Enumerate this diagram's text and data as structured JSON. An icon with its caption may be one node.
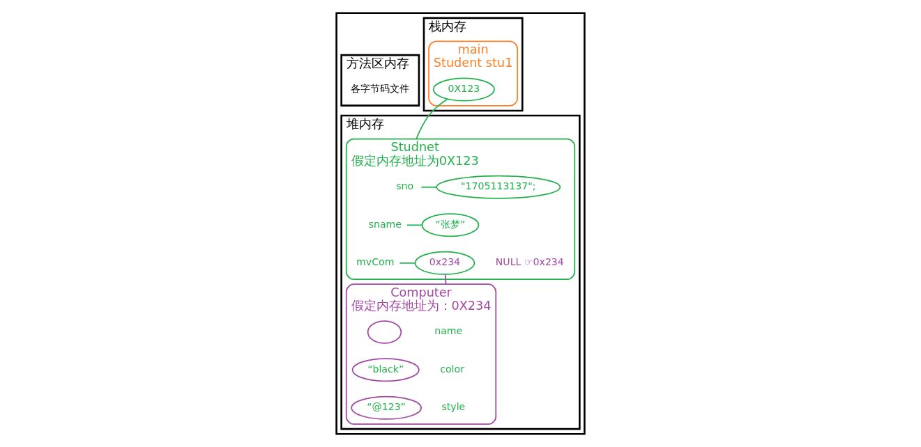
{
  "diagram": {
    "nodes": [
      {
        "text": [],
        "shape": "box"
      },
      {
        "text": [
          "栈内存"
        ],
        "in": 0
      },
      {
        "text": [
          "main",
          "Student stu1"
        ],
        "in": 1
      },
      {
        "text": [
          "0X123"
        ],
        "in": 2
      },
      {
        "text": [
          "堆内存"
        ],
        "in": 0
      },
      {
        "text": [
          "Studnet",
          "假定内存地址为0X123"
        ],
        "in": 4
      },
      {
        "text": [
          "sno"
        ],
        "in": 5
      },
      {
        "text": [
          "\"1705113137\";"
        ],
        "in": 5
      },
      {
        "text": [
          "sname"
        ],
        "in": 5
      },
      {
        "text": [
          "“张梦”"
        ],
        "in": 5
      },
      {
        "text": [
          "mvCom"
        ],
        "in": 5
      },
      {
        "text": [
          "0x234"
        ],
        "in": 5,
        "beside": [
          "NULL ☞0x234"
        ]
      },
      {
        "text": [
          "Computer",
          "假定内存地址为：0X234"
        ],
        "in": 4
      },
      {
        "text": [
          "name"
        ],
        "in": 12
      },
      {
        "text": [],
        "shape": "ellipse",
        "in": 12
      },
      {
        "text": [
          "color"
        ],
        "in": 12
      },
      {
        "text": [
          "“black”"
        ],
        "in": 12
      },
      {
        "text": [
          "style"
        ],
        "in": 12
      },
      {
        "text": [
          "“@123”"
        ],
        "in": 12
      },
      {
        "text": [
          "方法区内存"
        ],
        "in": 0
      },
      {
        "text": [
          "各字节码文件"
        ],
        "in": 19
      }
    ],
    "edges": [
      {
        "from": 3,
        "to": 5,
        "arrow": "none"
      },
      {
        "from": 6,
        "to": 7,
        "arrow": "none"
      },
      {
        "from": 8,
        "to": 9,
        "arrow": "none"
      },
      {
        "from": 10,
        "to": 11,
        "arrow": "none"
      },
      {
        "from": 11,
        "to": 12,
        "arrow": "none",
        "color": "#a349a4"
      }
    ]
  }
}
